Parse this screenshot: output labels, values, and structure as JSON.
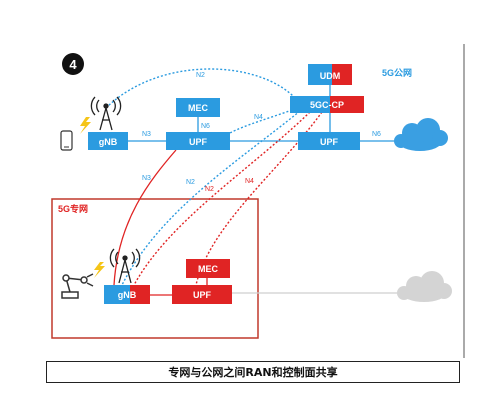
{
  "step_number": "4",
  "zone_labels": {
    "public_5g": "5G公网",
    "private_5g": "5G专网"
  },
  "nodes": {
    "udm": "UDM",
    "mec_top": "MEC",
    "fivegc_cp": "5GC-CP",
    "gnb_top": "gNB",
    "upf_top": "UPF",
    "upf_right": "UPF",
    "mec_bottom": "MEC",
    "gnb_bottom": "gNB",
    "upf_bottom": "UPF"
  },
  "interfaces": {
    "n2_top": "N2",
    "n3_top": "N3",
    "n6_mec": "N6",
    "n4_top": "N4",
    "n6_right": "N6",
    "n3_down": "N3",
    "n2_blue": "N2",
    "n2_red": "N2",
    "n4_red": "N4"
  },
  "caption": "专网与公网之间RAN和控制面共享",
  "colors": {
    "blue": "#2b9be0",
    "red": "#e02424",
    "private_border": "#c0392b",
    "cloud_blue": "#3a9fe2",
    "cloud_grey": "#cfcfcf"
  }
}
